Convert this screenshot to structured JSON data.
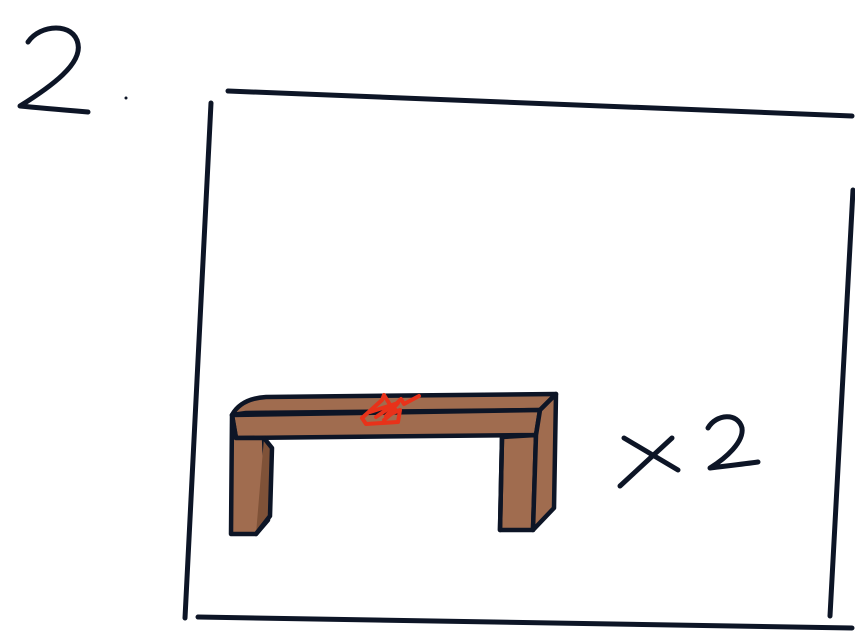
{
  "step": {
    "number": "2",
    "punctuation": "."
  },
  "component": {
    "name": "bench-part",
    "multiplier": "x2",
    "multiplier_symbol": "x",
    "multiplier_count": "2",
    "has_marking": true
  },
  "colors": {
    "ink": "#0d1526",
    "wood": "#a06c4f",
    "wood_shadow": "#7f5238",
    "marking": "#e8321a",
    "background": "#ffffff"
  }
}
